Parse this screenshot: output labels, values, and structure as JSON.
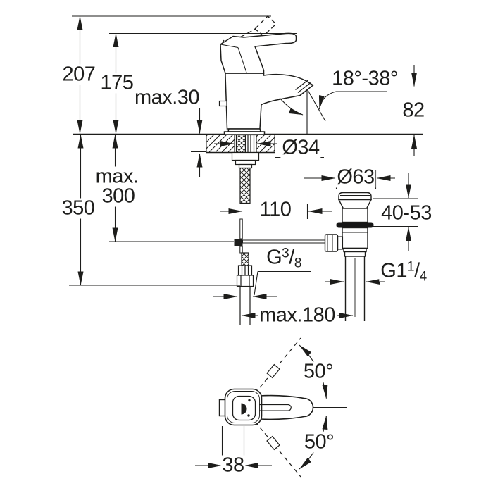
{
  "drawing": {
    "type": "faucet-dimensional-drawing",
    "colors": {
      "line": "#1d1d1b",
      "background": "#ffffff"
    },
    "labels": {
      "overall_height": "207",
      "lever_height": "175",
      "deck_thickness": "max.30",
      "spout_angle": "18°-38°",
      "spout_height": "82",
      "hole_diameter": "Ø34",
      "max_word": "max.",
      "max_300": "300",
      "supply_length": "350",
      "reach_110": "110",
      "waste_diameter": "Ø63",
      "waste_height": "40-53",
      "g38": {
        "prefix": "G",
        "sup": "3",
        "slash": "/",
        "sub": "8"
      },
      "max_180": "max.180",
      "g114": {
        "prefix": "G1",
        "sup": "1",
        "slash": "/",
        "sub": "4"
      },
      "swing_upper": "50°",
      "swing_lower": "50°",
      "handle_width": "38"
    }
  }
}
